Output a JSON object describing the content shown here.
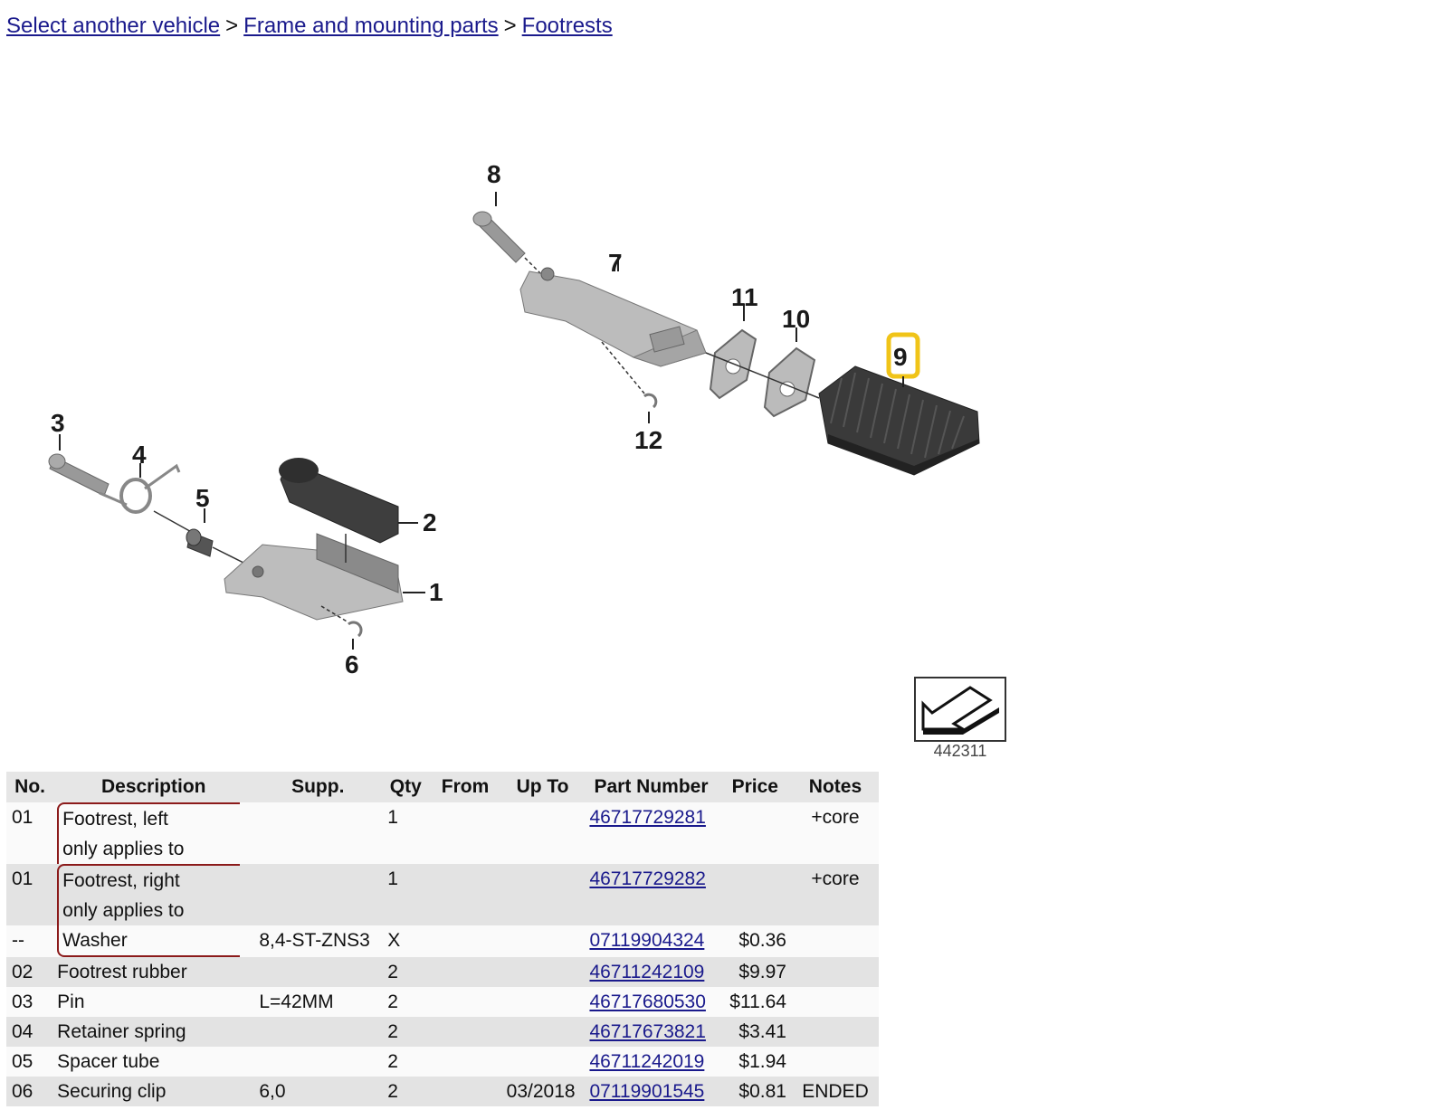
{
  "breadcrumb": {
    "item1": "Select another vehicle",
    "sep1": ">",
    "item2": "Frame and mounting parts",
    "sep2": ">",
    "item3": "Footrests"
  },
  "diagram": {
    "callouts": [
      "1",
      "2",
      "3",
      "4",
      "5",
      "6",
      "7",
      "8",
      "9",
      "10",
      "11",
      "12"
    ],
    "highlighted_callout": "9",
    "highlight_color": "#f0c419",
    "reference_number": "442311"
  },
  "table": {
    "headers": [
      "No.",
      "Description",
      "Supp.",
      "Qty",
      "From",
      "Up To",
      "Part Number",
      "Price",
      "Notes"
    ],
    "rows": [
      {
        "no": "01",
        "desc": "Footrest, left",
        "desc2": "only applies to",
        "supp": "",
        "qty": "1",
        "from": "",
        "upto": "",
        "part": "46717729281",
        "price": "",
        "notes": "+core"
      },
      {
        "no": "01",
        "desc": "Footrest, right",
        "desc2": "only applies to",
        "supp": "",
        "qty": "1",
        "from": "",
        "upto": "",
        "part": "46717729282",
        "price": "",
        "notes": "+core"
      },
      {
        "no": "--",
        "desc": "Washer",
        "desc2": "",
        "supp": "8,4-ST-ZNS3",
        "qty": "X",
        "from": "",
        "upto": "",
        "part": "07119904324",
        "price": "$0.36",
        "notes": ""
      },
      {
        "no": "02",
        "desc": "Footrest rubber",
        "desc2": "",
        "supp": "",
        "qty": "2",
        "from": "",
        "upto": "",
        "part": "46711242109",
        "price": "$9.97",
        "notes": ""
      },
      {
        "no": "03",
        "desc": "Pin",
        "desc2": "",
        "supp": "L=42MM",
        "qty": "2",
        "from": "",
        "upto": "",
        "part": "46717680530",
        "price": "$11.64",
        "notes": ""
      },
      {
        "no": "04",
        "desc": "Retainer spring",
        "desc2": "",
        "supp": "",
        "qty": "2",
        "from": "",
        "upto": "",
        "part": "46717673821",
        "price": "$3.41",
        "notes": ""
      },
      {
        "no": "05",
        "desc": "Spacer tube",
        "desc2": "",
        "supp": "",
        "qty": "2",
        "from": "",
        "upto": "",
        "part": "46711242019",
        "price": "$1.94",
        "notes": ""
      },
      {
        "no": "06",
        "desc": "Securing clip",
        "desc2": "",
        "supp": "6,0",
        "qty": "2",
        "from": "",
        "upto": "03/2018",
        "part": "07119901545",
        "price": "$0.81",
        "notes": "ENDED"
      }
    ]
  }
}
